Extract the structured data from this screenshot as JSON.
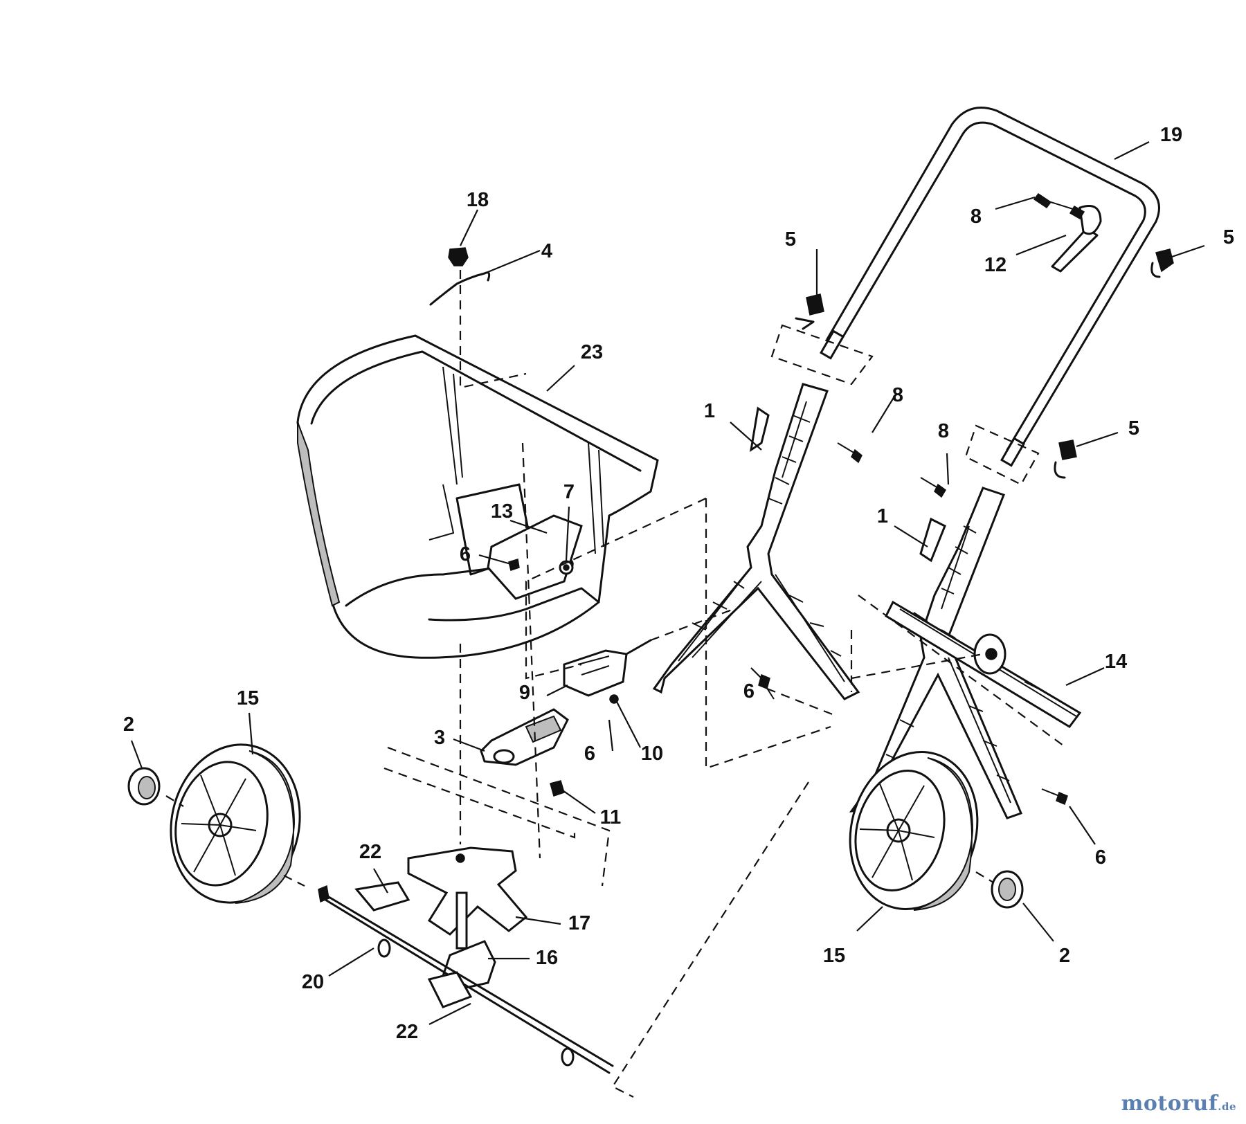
{
  "callouts": [
    {
      "id": "c18",
      "text": "18"
    },
    {
      "id": "c4",
      "text": "4"
    },
    {
      "id": "c23",
      "text": "23"
    },
    {
      "id": "c13",
      "text": "13"
    },
    {
      "id": "c7",
      "text": "7"
    },
    {
      "id": "c6a",
      "text": "6"
    },
    {
      "id": "c9",
      "text": "9"
    },
    {
      "id": "c6b",
      "text": "6"
    },
    {
      "id": "c10",
      "text": "10"
    },
    {
      "id": "c3",
      "text": "3"
    },
    {
      "id": "c11",
      "text": "11"
    },
    {
      "id": "c2a",
      "text": "2"
    },
    {
      "id": "c15a",
      "text": "15"
    },
    {
      "id": "c22a",
      "text": "22"
    },
    {
      "id": "c17",
      "text": "17"
    },
    {
      "id": "c16",
      "text": "16"
    },
    {
      "id": "c20",
      "text": "20"
    },
    {
      "id": "c22b",
      "text": "22"
    },
    {
      "id": "c19",
      "text": "19"
    },
    {
      "id": "c8a",
      "text": "8"
    },
    {
      "id": "c12",
      "text": "12"
    },
    {
      "id": "c5a",
      "text": "5"
    },
    {
      "id": "c5b",
      "text": "5"
    },
    {
      "id": "c1a",
      "text": "1"
    },
    {
      "id": "c8b",
      "text": "8"
    },
    {
      "id": "c8c",
      "text": "8"
    },
    {
      "id": "c5c",
      "text": "5"
    },
    {
      "id": "c1b",
      "text": "1"
    },
    {
      "id": "c6c",
      "text": "6"
    },
    {
      "id": "c14",
      "text": "14"
    },
    {
      "id": "c6d",
      "text": "6"
    },
    {
      "id": "c15b",
      "text": "15"
    },
    {
      "id": "c2b",
      "text": "2"
    }
  ],
  "watermark": {
    "brand": "motoruf",
    "domain": ".de"
  }
}
